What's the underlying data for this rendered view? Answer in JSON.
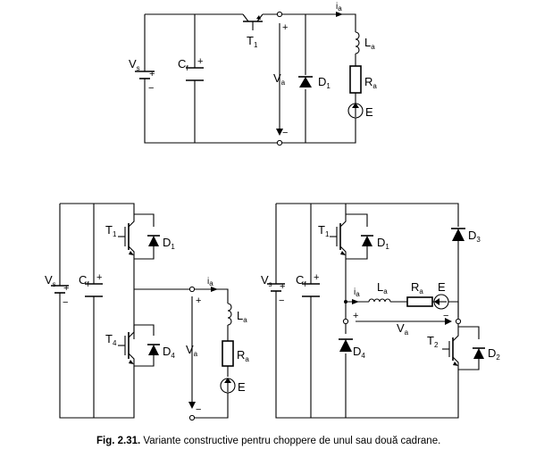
{
  "labels": {
    "vs": "V",
    "vs_sub": "s",
    "cf": "C",
    "cf_sub": "f",
    "t1": "T",
    "t1_sub": "1",
    "t2": "T",
    "t2_sub": "2",
    "t4": "T",
    "t4_sub": "4",
    "d1": "D",
    "d1_sub": "1",
    "d2": "D",
    "d2_sub": "2",
    "d3": "D",
    "d3_sub": "3",
    "d4": "D",
    "d4_sub": "4",
    "va": "V",
    "va_sub": "a",
    "ia": "i",
    "ia_sub": "a",
    "la": "L",
    "la_sub": "a",
    "ra": "R",
    "ra_sub": "a",
    "e": "E",
    "plus": "+",
    "minus": "−"
  },
  "caption": {
    "number": "Fig. 2.31.",
    "text": " Variante constructive pentru choppere de unul sau două cadrane."
  }
}
